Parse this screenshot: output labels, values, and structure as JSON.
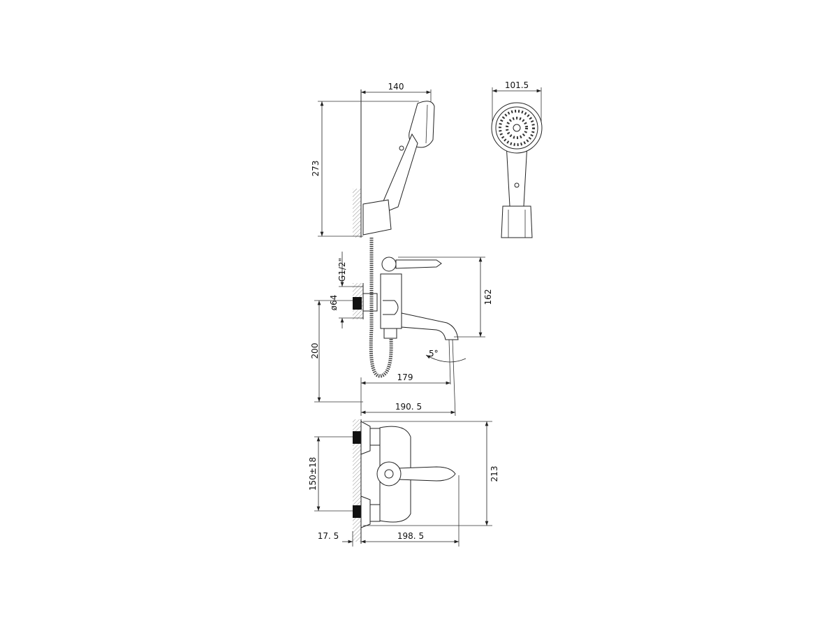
{
  "drawing": {
    "handshower_side": {
      "width": "140",
      "height": "273"
    },
    "handshower_front": {
      "diameter": "101.5"
    },
    "side_view": {
      "thread": "G1/2\"",
      "flange_diameter": "ø64",
      "lever_to_spout": "162",
      "height": "200",
      "spout_reach": "179",
      "total_reach": "190. 5",
      "spout_angle": "5°"
    },
    "top_view": {
      "center_distance": "150±18",
      "depth": "213",
      "wall_offset": "17. 5",
      "projection": "198. 5"
    }
  }
}
